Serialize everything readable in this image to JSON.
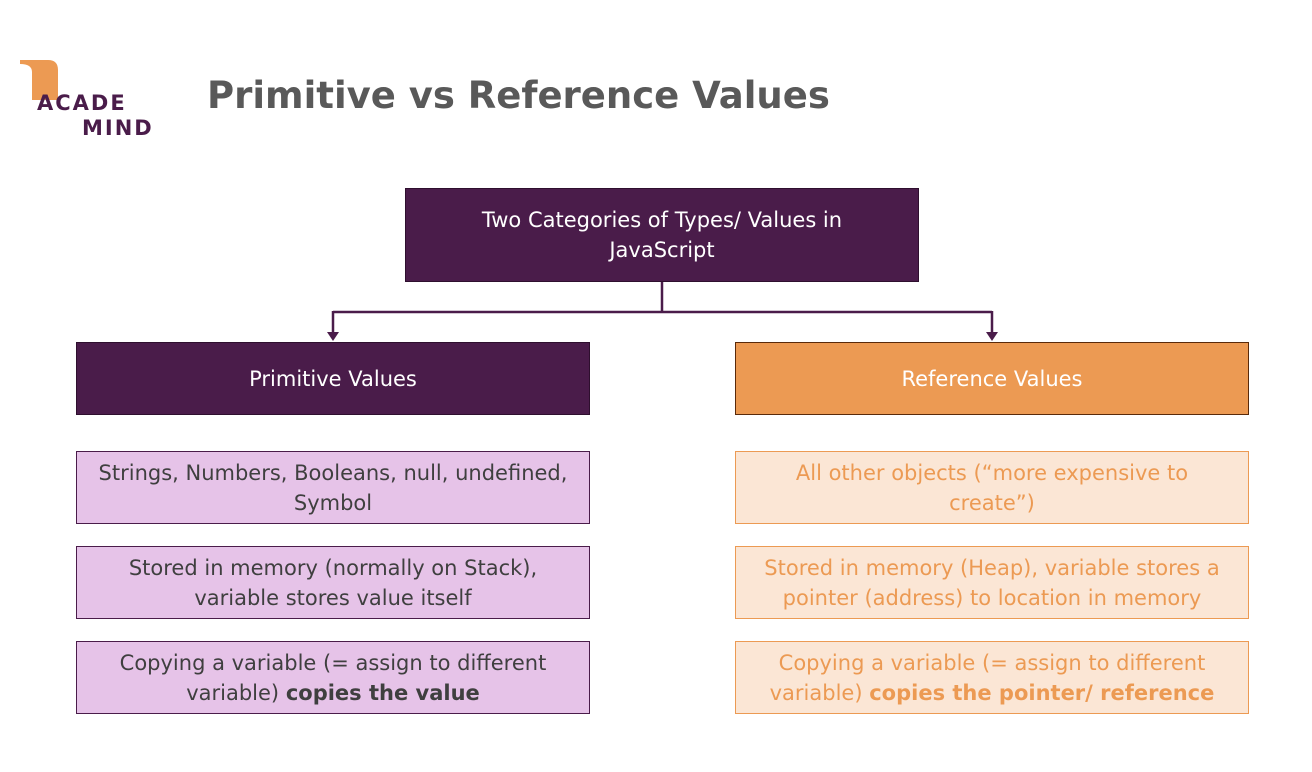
{
  "logo": {
    "line1": "ACADE",
    "line2": "MIND",
    "colors": {
      "accent": "#ec9a53",
      "text": "#4a1c4a"
    }
  },
  "title": "Primitive vs Reference Values",
  "root": {
    "label": "Two Categories of Types/ Values in JavaScript"
  },
  "primitive": {
    "heading": "Primitive Values",
    "items": [
      {
        "text": "Strings, Numbers, Booleans, null, undefined, Symbol",
        "bold": ""
      },
      {
        "text": "Stored in memory (normally on Stack), variable stores value itself",
        "bold": ""
      },
      {
        "text": "Copying a variable (= assign to different variable) ",
        "bold": "copies the value"
      }
    ]
  },
  "reference": {
    "heading": "Reference Values",
    "items": [
      {
        "text": "All other objects (“more expensive to create”)",
        "bold": ""
      },
      {
        "text": "Stored in memory (Heap), variable stores a pointer (address) to location in memory",
        "bold": ""
      },
      {
        "text": "Copying a variable (= assign to different variable) ",
        "bold": "copies the pointer/ reference"
      }
    ]
  },
  "colors": {
    "purple": "#4a1c4a",
    "light_purple": "#e6c3e8",
    "orange": "#ec9a53",
    "light_orange": "#fbe6d5",
    "title_gray": "#595959"
  }
}
